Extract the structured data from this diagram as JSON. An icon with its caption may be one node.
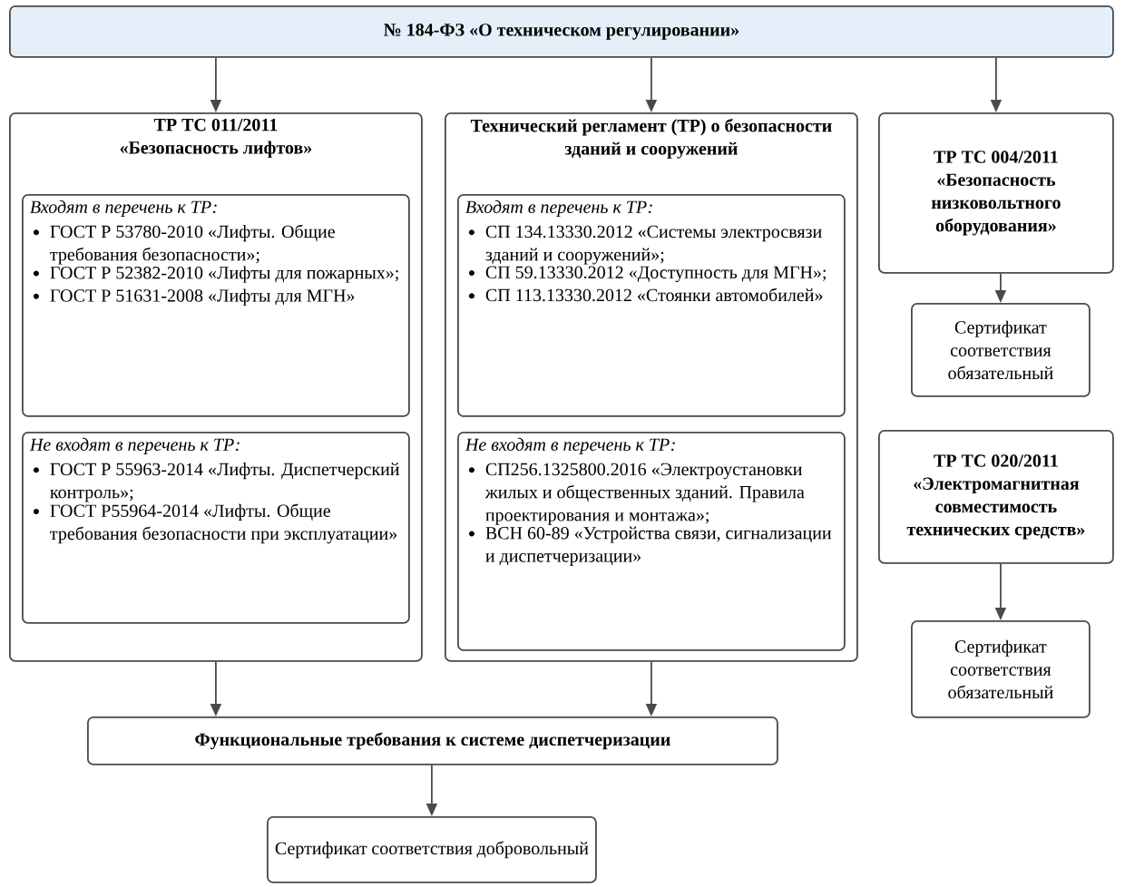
{
  "diagram": {
    "nodes": [
      {
        "text": [
          "№ 184-ФЗ «О техническом регулировании»"
        ]
      },
      {
        "text": [
          "ТР ТС 011/2011 «Безопасность лифтов»"
        ]
      },
      {
        "text": [
          "Входят в перечень к ТР:",
          "ГОСТ Р 53780-2010 «Лифты. Общие требования безопасности»;",
          "ГОСТ Р 52382-2010 «Лифты для пожарных»;",
          "ГОСТ Р 51631-2008 «Лифты для МГН»"
        ],
        "in": 1
      },
      {
        "text": [
          "Не входят в перечень к ТР:",
          "ГОСТ Р 55963-2014 «Лифты. Диспетчерский контроль»;",
          "ГОСТ Р55964-2014 «Лифты. Общие требования безопасности при эксплуатации»"
        ],
        "in": 1
      },
      {
        "text": [
          "Технический регламент (ТР) о безопасности зданий и сооружений"
        ]
      },
      {
        "text": [
          "Входят в перечень к ТР:",
          "СП 134.13330.2012 «Системы электросвязи зданий и сооружений»;",
          "СП 59.13330.2012 «Доступность для МГН»;",
          "СП 113.13330.2012 «Стоянки автомобилей»"
        ],
        "in": 4
      },
      {
        "text": [
          "Не входят в перечень к ТР:",
          "СП256.1325800.2016 «Электроустановки жилых и общественных зданий. Правила проектирования и монтажа»;",
          "ВСН 60-89 «Устройства связи, сигнализации и диспетчеризации»"
        ],
        "in": 4
      },
      {
        "text": [
          "ТР ТС 004/2011 «Безопасность низковольтного оборудования»"
        ]
      },
      {
        "text": [
          "Сертификат соответствия обязательный"
        ]
      },
      {
        "text": [
          "ТР ТС 020/2011 «Электромагнитная совместимость технических средств»"
        ]
      },
      {
        "text": [
          "Сертификат соответствия обязательный"
        ]
      },
      {
        "text": [
          "Функциональные требования к системе диспетчеризации"
        ]
      },
      {
        "text": [
          "Сертификат соответствия добровольный"
        ]
      }
    ],
    "edges": [
      {
        "from": 0,
        "to": 1,
        "arrow": "to"
      },
      {
        "from": 0,
        "to": 4,
        "arrow": "to"
      },
      {
        "from": 0,
        "to": 7,
        "arrow": "to"
      },
      {
        "from": 7,
        "to": 8,
        "arrow": "to"
      },
      {
        "from": 9,
        "to": 10,
        "arrow": "to"
      },
      {
        "from": 1,
        "to": 11,
        "arrow": "to"
      },
      {
        "from": 4,
        "to": 11,
        "arrow": "to"
      },
      {
        "from": 11,
        "to": 12,
        "arrow": "to"
      }
    ]
  }
}
